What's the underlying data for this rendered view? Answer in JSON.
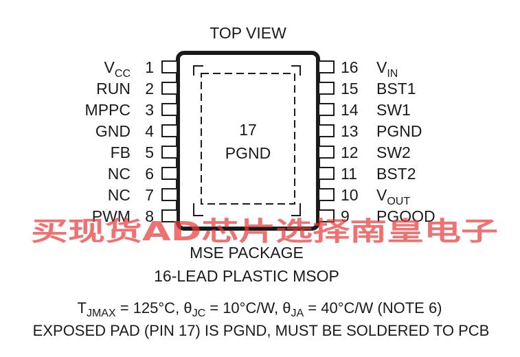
{
  "title": "TOP VIEW",
  "exposed_pad": {
    "number": "17",
    "name": "PGND"
  },
  "pins_left": [
    {
      "num": "1",
      "name": "V",
      "sub": "CC"
    },
    {
      "num": "2",
      "name": "RUN"
    },
    {
      "num": "3",
      "name": "MPPC"
    },
    {
      "num": "4",
      "name": "GND"
    },
    {
      "num": "5",
      "name": "FB"
    },
    {
      "num": "6",
      "name": "NC"
    },
    {
      "num": "7",
      "name": "NC"
    },
    {
      "num": "8",
      "name": "PWM"
    }
  ],
  "pins_right": [
    {
      "num": "16",
      "name": "V",
      "sub": "IN"
    },
    {
      "num": "15",
      "name": "BST1"
    },
    {
      "num": "14",
      "name": "SW1"
    },
    {
      "num": "13",
      "name": "PGND"
    },
    {
      "num": "12",
      "name": "SW2"
    },
    {
      "num": "11",
      "name": "BST2"
    },
    {
      "num": "10",
      "name": "V",
      "sub": "OUT"
    },
    {
      "num": "9",
      "name": "PGOOD"
    }
  ],
  "package_line1": "MSE PACKAGE",
  "package_line2": "16-LEAD PLASTIC MSOP",
  "thermal": {
    "tj_prefix": "T",
    "tj_sub": "JMAX",
    "tj_value": " = 125°C, ",
    "theta": "θ",
    "jc_sub": "JC",
    "jc_value": " = 10°C/W, ",
    "ja_sub": "JA",
    "ja_value": " = 40°C/W (NOTE 6)"
  },
  "exposed_pad_note": "EXPOSED PAD (PIN 17) IS PGND, MUST BE SOLDERED TO PCB",
  "watermark": "买现货AD芯片选择南皇电子",
  "colors": {
    "ink": "#1a1a1a",
    "watermark": "#e83c3c"
  }
}
